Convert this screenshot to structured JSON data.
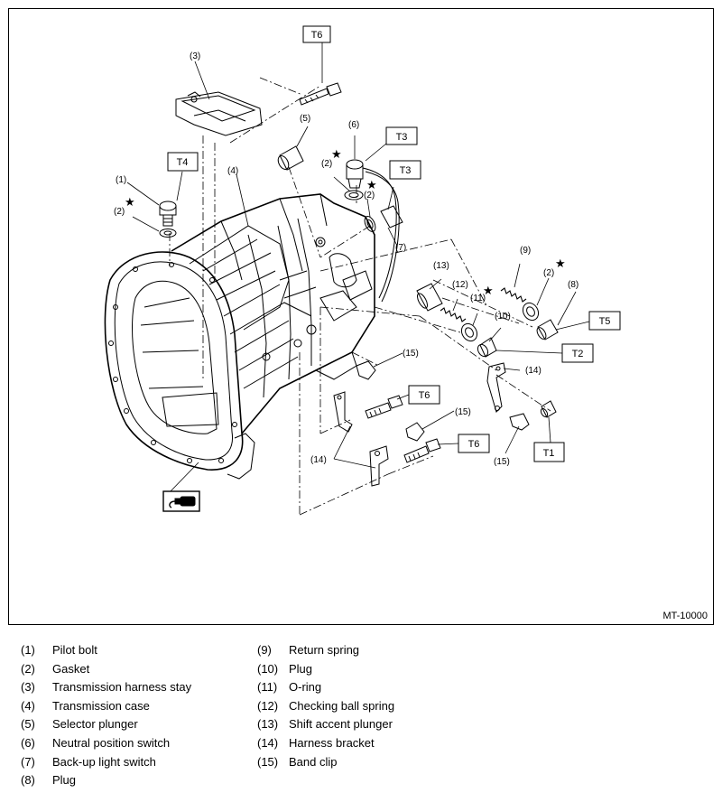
{
  "figure": {
    "code": "MT-10000",
    "torque_boxes": [
      "T6",
      "T3",
      "T3",
      "T4",
      "T5",
      "T2",
      "T6",
      "T6",
      "T1"
    ],
    "callouts": [
      "(3)",
      "(5)",
      "(6)",
      "(2)",
      "(2)",
      "(1)",
      "(2)",
      "(4)",
      "(7)",
      "(9)",
      "(2)",
      "(8)",
      "(13)",
      "(12)",
      "(11)",
      "(10)",
      "(15)",
      "(14)",
      "(15)",
      "(14)",
      "(15)"
    ],
    "star": "★",
    "sealant_icon": "sealant-symbol-icon"
  },
  "legend": {
    "left": [
      {
        "num": "(1)",
        "label": "Pilot bolt"
      },
      {
        "num": "(2)",
        "label": "Gasket"
      },
      {
        "num": "(3)",
        "label": "Transmission harness stay"
      },
      {
        "num": "(4)",
        "label": "Transmission case"
      },
      {
        "num": "(5)",
        "label": "Selector plunger"
      },
      {
        "num": "(6)",
        "label": "Neutral position switch"
      },
      {
        "num": "(7)",
        "label": "Back-up light switch"
      },
      {
        "num": "(8)",
        "label": "Plug"
      }
    ],
    "right": [
      {
        "num": "(9)",
        "label": "Return spring"
      },
      {
        "num": "(10)",
        "label": "Plug"
      },
      {
        "num": "(11)",
        "label": "O-ring"
      },
      {
        "num": "(12)",
        "label": "Checking ball spring"
      },
      {
        "num": "(13)",
        "label": "Shift accent plunger"
      },
      {
        "num": "(14)",
        "label": "Harness bracket"
      },
      {
        "num": "(15)",
        "label": "Band clip"
      }
    ]
  }
}
